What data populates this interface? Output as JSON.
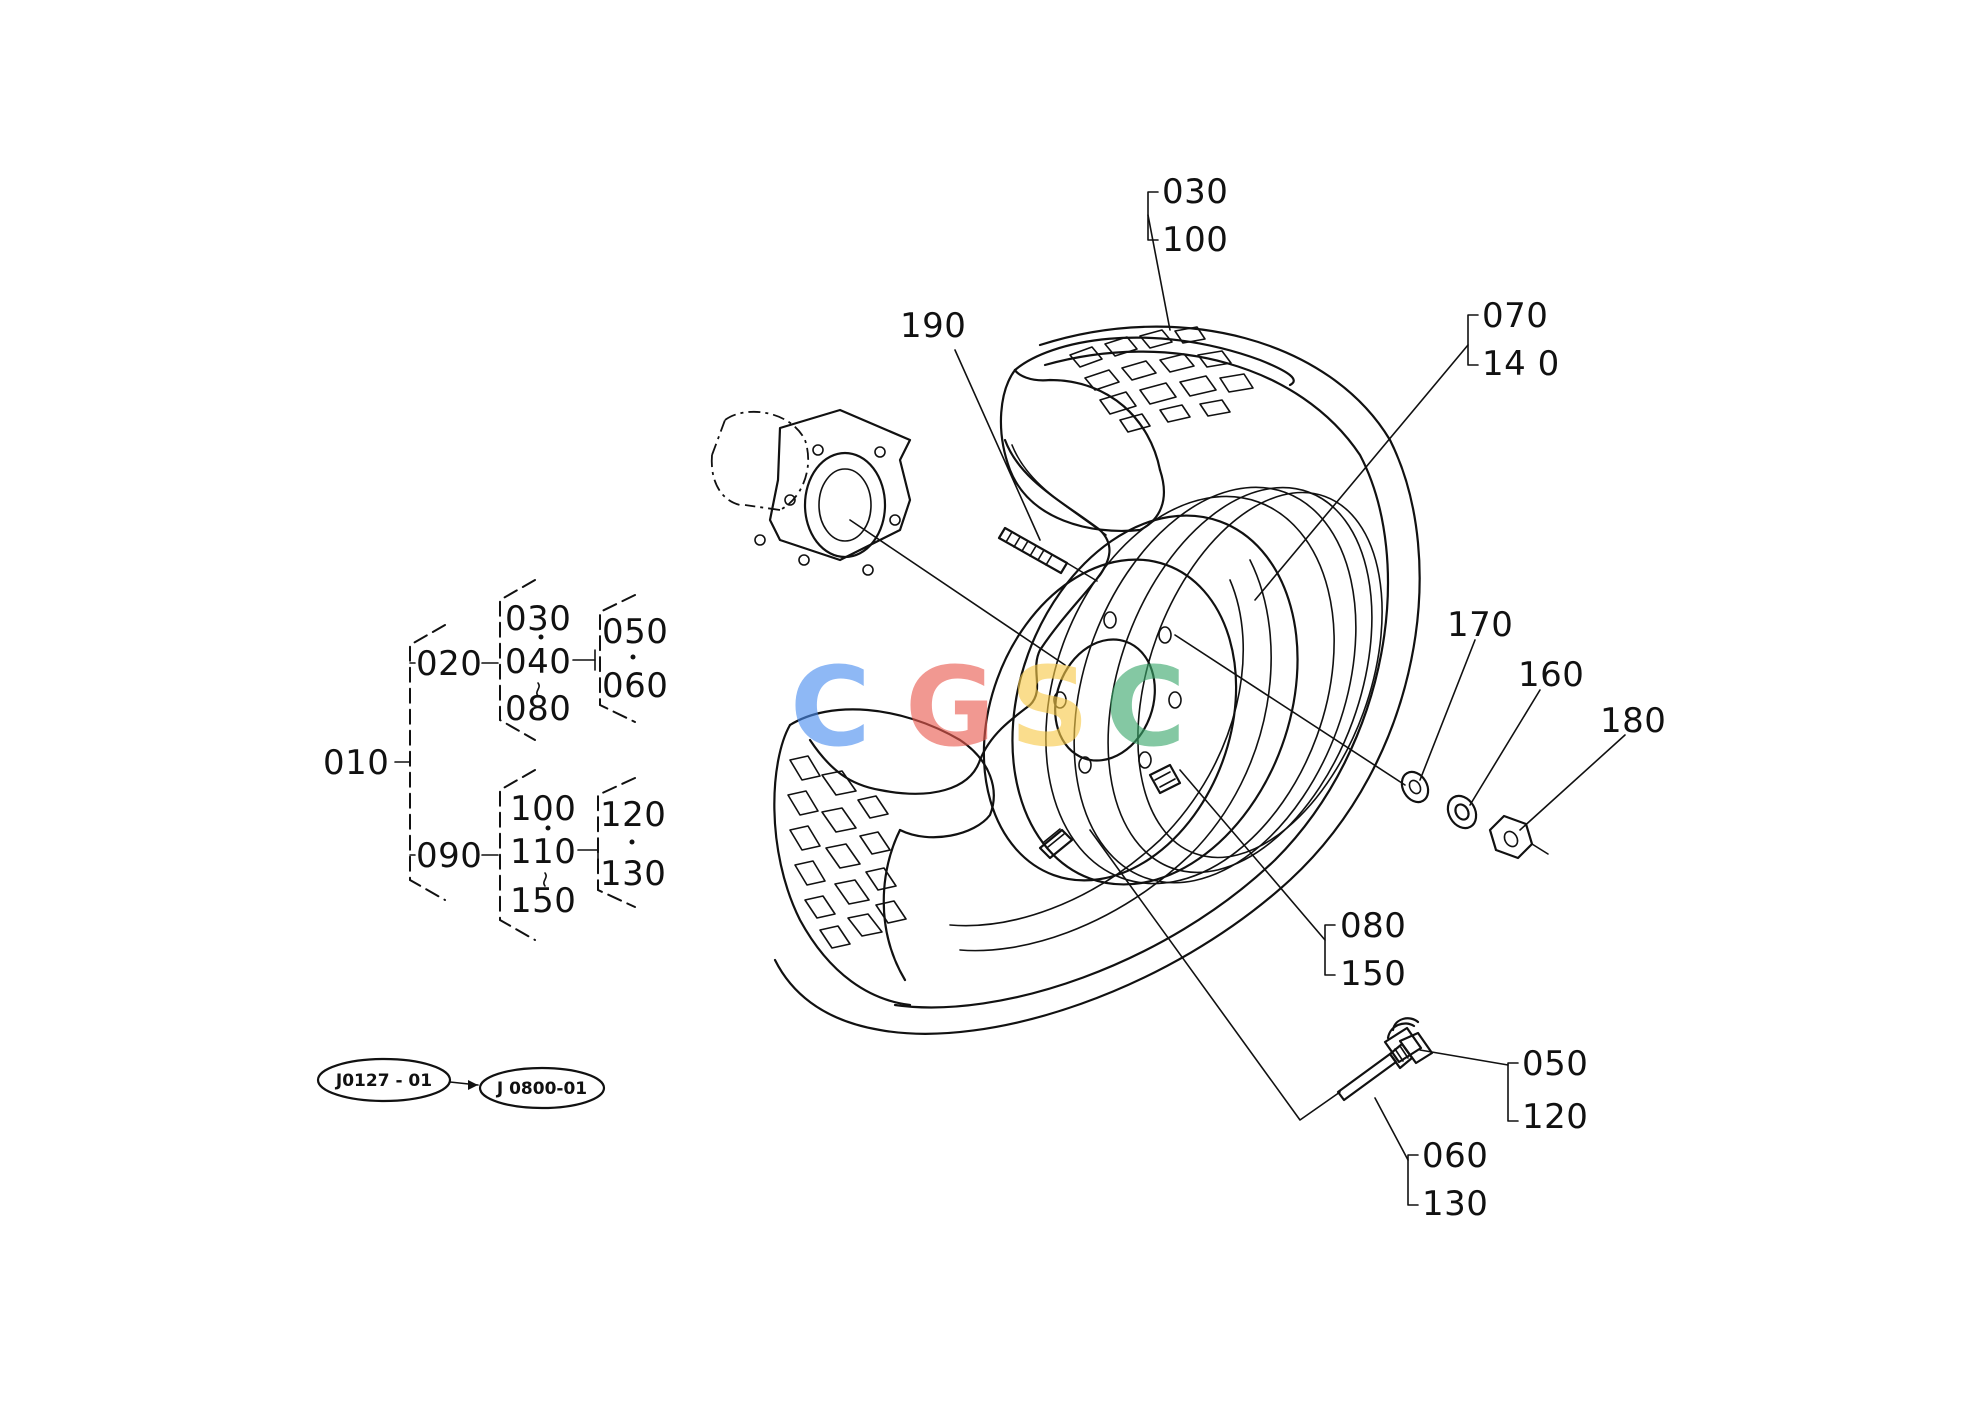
{
  "colors": {
    "line": "#111111",
    "watermark_blue": "#4a8df0",
    "watermark_red": "#ea5a4f",
    "watermark_yellow": "#f7c948",
    "watermark_green": "#3aa86b"
  },
  "watermark": {
    "letters": [
      "C",
      "G",
      "S",
      "C"
    ]
  },
  "callouts": {
    "c030": "030",
    "c100": "100",
    "c190": "190",
    "c070": "070",
    "c140": "14 0",
    "c170": "170",
    "c160": "160",
    "c180": "180",
    "c080": "080",
    "c150": "150",
    "c050": "050",
    "c120": "120",
    "c060": "060",
    "c130": "130"
  },
  "tree": {
    "root": "010",
    "upper": {
      "node": "020",
      "children": [
        "030",
        "040",
        "080"
      ],
      "leaves": [
        "050",
        "060"
      ]
    },
    "lower": {
      "node": "090",
      "children": [
        "100",
        "110",
        "150"
      ],
      "leaves": [
        "120",
        "130"
      ]
    }
  },
  "references": {
    "from": "J0127 - 01",
    "to": "J 0800-01"
  }
}
